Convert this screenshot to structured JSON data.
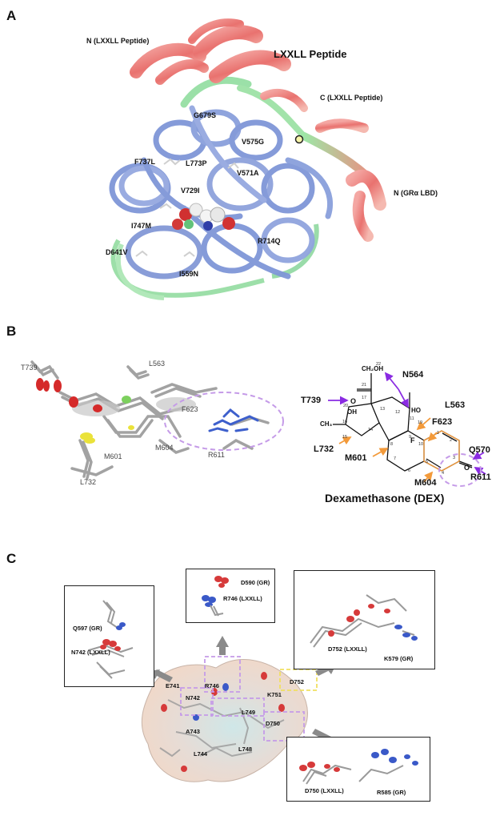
{
  "panels": {
    "a": {
      "letter": "A",
      "labels": {
        "n_lxxll": "N (LXXLL Peptide)",
        "lxxll_peptide": "LXXLL Peptide",
        "c_lxxll": "C (LXXLL Peptide)",
        "g679s": "G679S",
        "v575g": "V575G",
        "f737l": "F737L",
        "l773p": "L773P",
        "v571a": "V571A",
        "v729i": "V729I",
        "n_gr": "N (GRα LBD)",
        "i747m": "I747M",
        "r714q": "R714Q",
        "d641v": "D641V",
        "i559n": "I559N"
      }
    },
    "b": {
      "letter": "B",
      "left_labels": {
        "t739": "T739",
        "l563": "L563",
        "f623": "F623",
        "m601": "M601",
        "m604": "M604",
        "r611": "R611",
        "l732": "L732"
      },
      "structure": {
        "title": "Dexamethasone (DEX)",
        "residues": {
          "n564": "N564",
          "t739": "T739",
          "l563": "L563",
          "f623": "F623",
          "q570": "Q570",
          "r611": "R611",
          "l732": "L732",
          "m601": "M601",
          "m604": "M604"
        },
        "groups": {
          "ch2oh": "CH₂OH",
          "o_ketone": "O",
          "oh_c17": "OH",
          "ho_c11": "HO",
          "ch3": "CH₃",
          "f": "F",
          "o_c3": "O"
        },
        "atom_numbers": [
          "22",
          "21",
          "20",
          "17",
          "16",
          "15",
          "14",
          "13",
          "12",
          "11",
          "9",
          "10",
          "19",
          "1",
          "2",
          "3",
          "4",
          "5",
          "6",
          "7",
          "8"
        ]
      }
    },
    "c": {
      "letter": "C",
      "surface_labels": {
        "e741": "E741",
        "r746": "R746",
        "d752": "D752",
        "n742": "N742",
        "k751": "K751",
        "l749": "L749",
        "d750": "D750",
        "a743": "A743",
        "l744": "L744",
        "l748": "L748"
      },
      "insets": {
        "top_left": {
          "a": "Q597 (GR)",
          "b": "N742 (LXXLL)"
        },
        "top_mid": {
          "a": "D590 (GR)",
          "b": "R746 (LXXLL)"
        },
        "top_right": {
          "a": "D752 (LXXLL)",
          "b": "K579 (GR)"
        },
        "bottom_right": {
          "a": "D750 (LXXLL)",
          "b": "R585 (GR)"
        }
      }
    }
  },
  "colors": {
    "helix_blue": "#7f96d8",
    "helix_green": "#8fdc9a",
    "tube_red": "#ea7b78",
    "purple_dash": "#c59be8",
    "yellow_dash": "#f0e060",
    "arrow_purple": "#8a2be2",
    "arrow_orange": "#f39a3a"
  }
}
